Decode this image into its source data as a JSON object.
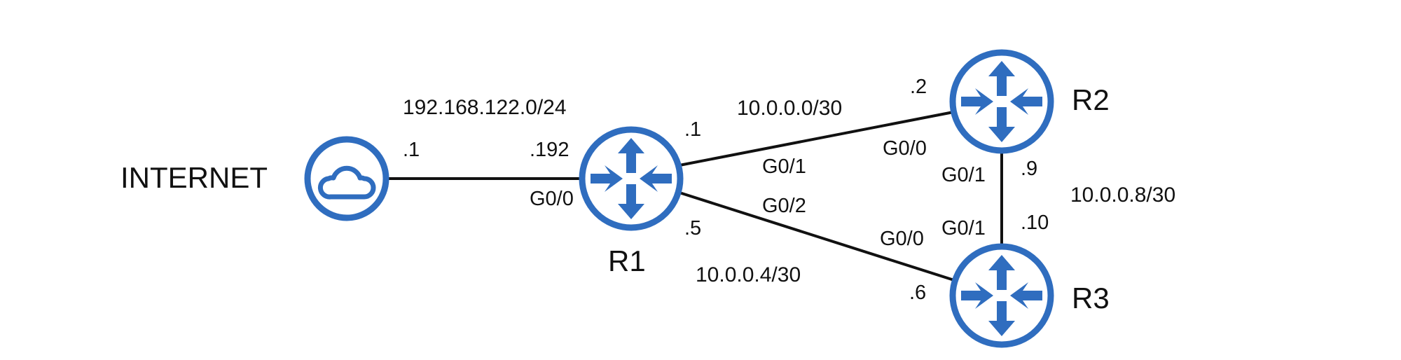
{
  "diagram": {
    "type": "network-topology",
    "accent_color": "#2f6dbf",
    "nodes": {
      "internet": {
        "label": "INTERNET",
        "icon": "cloud-icon"
      },
      "r1": {
        "label": "R1",
        "icon": "router-icon"
      },
      "r2": {
        "label": "R2",
        "icon": "router-icon"
      },
      "r3": {
        "label": "R3",
        "icon": "router-icon"
      }
    },
    "links": {
      "internet_r1": {
        "network": "192.168.122.0/24",
        "a_host": ".1",
        "b_host": ".192",
        "b_interface": "G0/0"
      },
      "r1_r2": {
        "network": "10.0.0.0/30",
        "a_host": ".1",
        "a_interface": "G0/1",
        "b_host": ".2",
        "b_interface": "G0/0"
      },
      "r1_r3": {
        "network": "10.0.0.4/30",
        "a_host": ".5",
        "a_interface": "G0/2",
        "b_host": ".6",
        "b_interface": "G0/0"
      },
      "r2_r3": {
        "network": "10.0.0.8/30",
        "a_host": ".9",
        "a_interface": "G0/1",
        "b_host": ".10",
        "b_interface": "G0/1"
      }
    }
  }
}
